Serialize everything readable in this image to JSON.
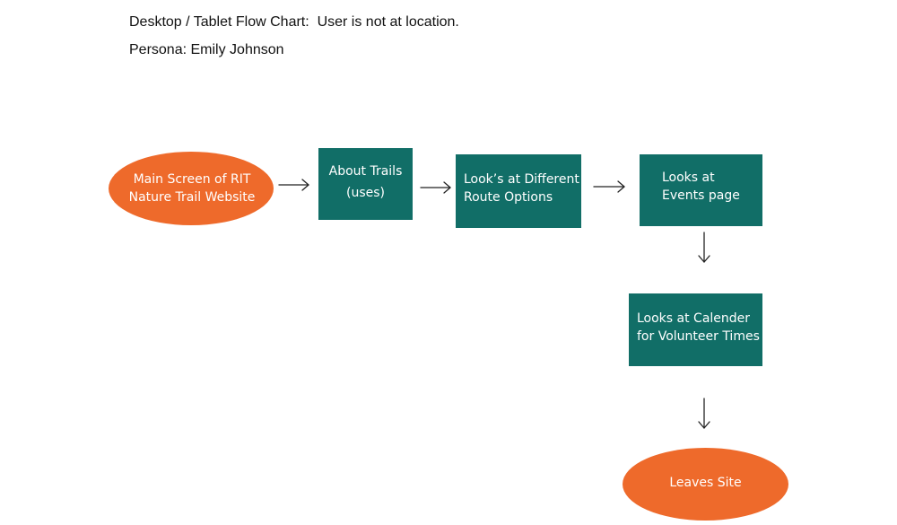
{
  "header": {
    "title": "Desktop / Tablet Flow Chart:  User is not at location.",
    "persona": "Persona: Emily Johnson"
  },
  "colors": {
    "start_end": "#ee6a2b",
    "step": "#116e67",
    "text": "#ffffff",
    "arrow": "#222222"
  },
  "nodes": {
    "main": {
      "line1": "Main Screen of RIT",
      "line2": "Nature Trail Website"
    },
    "about": {
      "line1": "About Trails",
      "line2": "(uses)"
    },
    "route": {
      "line1": "Look’s at Different",
      "line2": "Route Options"
    },
    "events": {
      "line1": "Looks at",
      "line2": "Events page"
    },
    "calendar": {
      "line1": "Looks at Calender",
      "line2": "for Volunteer Times"
    },
    "leaves": {
      "line1": "Leaves Site"
    }
  }
}
